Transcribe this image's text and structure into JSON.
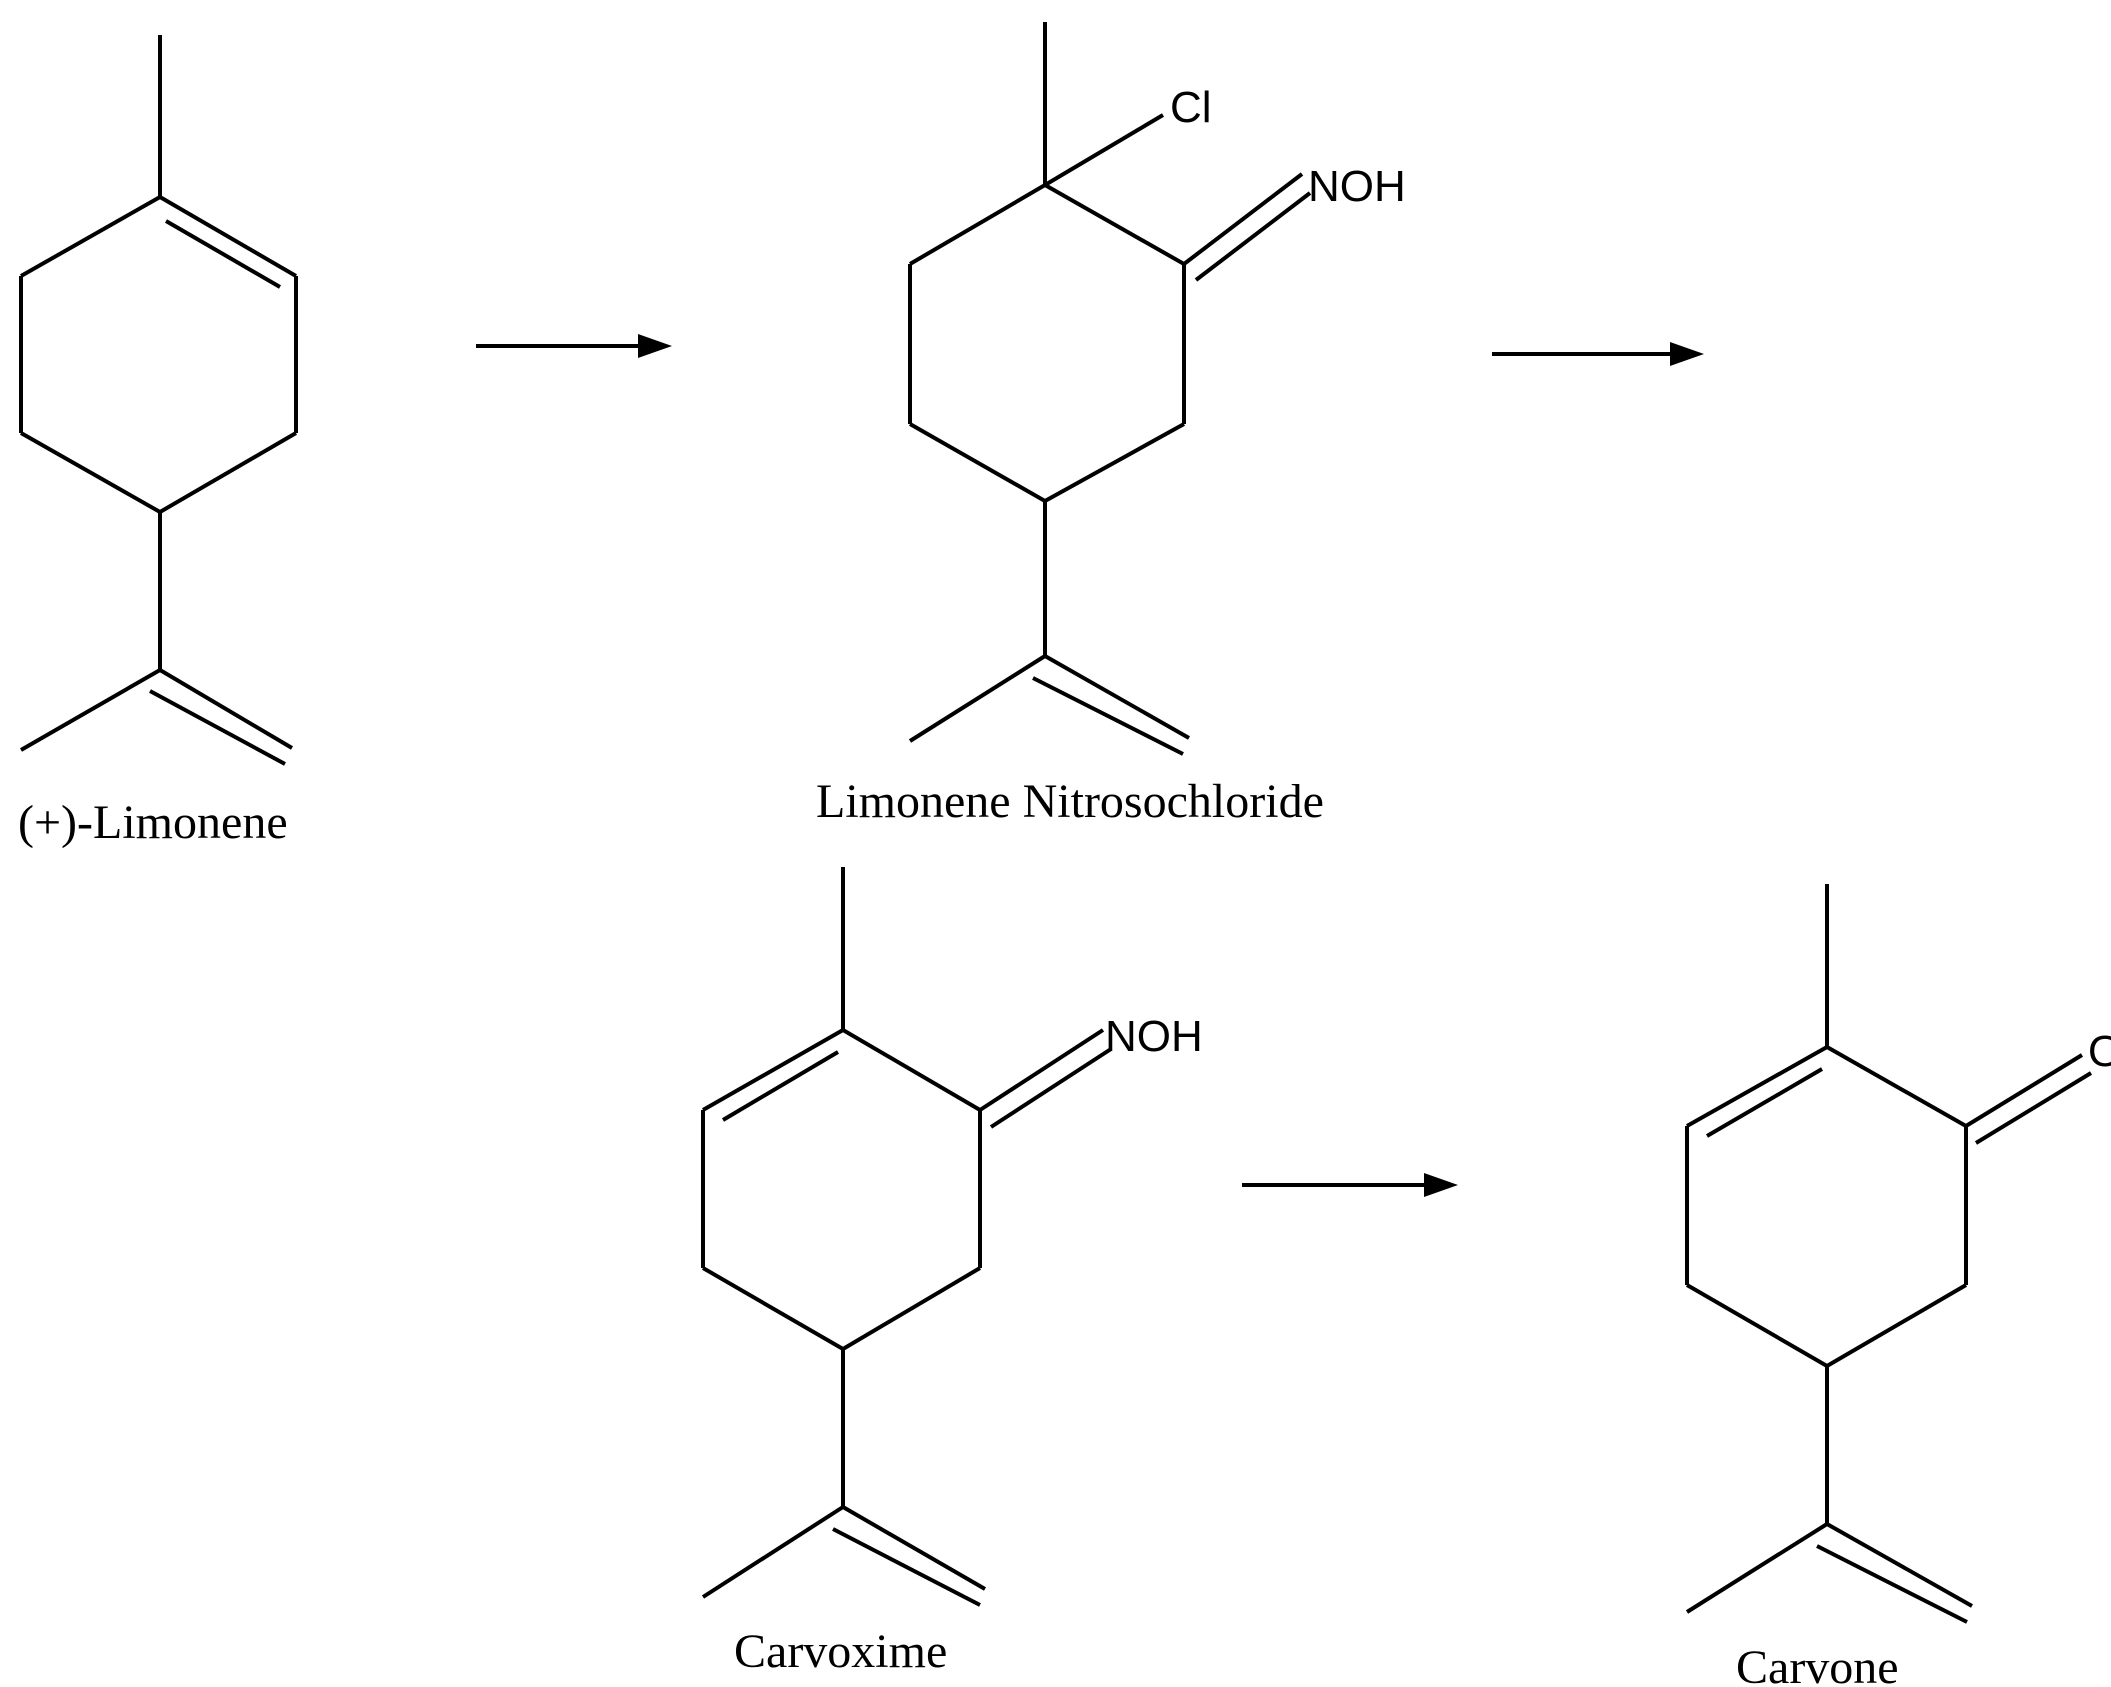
{
  "compounds": {
    "limonene": {
      "name": "(+)-Limonene"
    },
    "nitrosochloride": {
      "name": "Limonene Nitrosochloride",
      "atom_cl": "Cl",
      "atom_noh": "NOH"
    },
    "carvoxime": {
      "name": "Carvoxime",
      "atom_noh": "NOH"
    },
    "carvone": {
      "name": "Carvone",
      "atom_o": "O"
    }
  },
  "colors": {
    "ink": "#000000",
    "background": "#ffffff"
  }
}
